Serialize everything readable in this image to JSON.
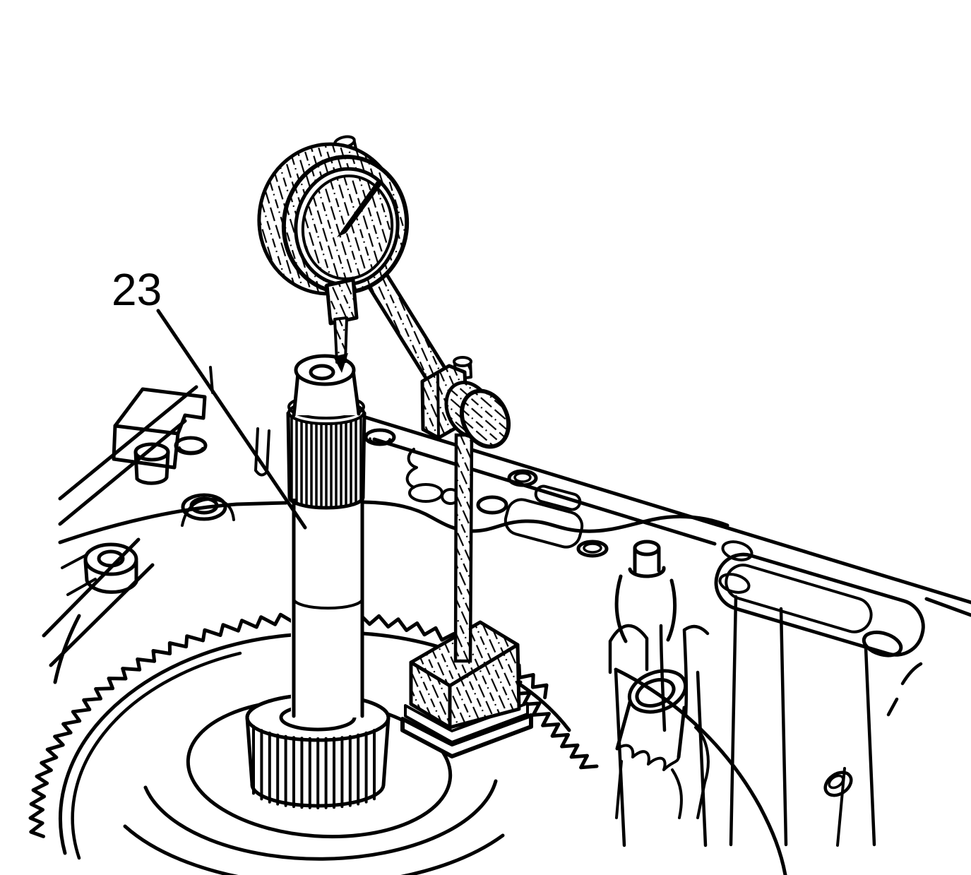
{
  "figure": {
    "type": "service-manual-technical-illustration",
    "subject": "dial-indicator-on-magnetic-base-measuring-shaft-end-play",
    "callout": {
      "number": "23"
    },
    "colors": {
      "line": "#000000",
      "background": "#ffffff"
    }
  }
}
